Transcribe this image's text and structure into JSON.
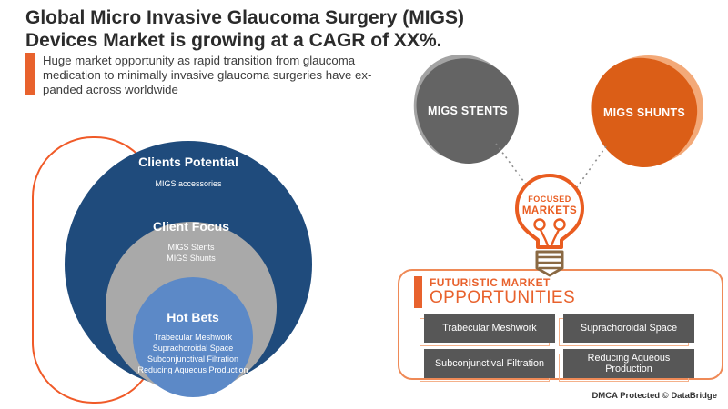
{
  "header": {
    "title_line1": "Global Micro Invasive Glaucoma Surgery (MIGS)",
    "title_line2": "Devices Market is growing at a CAGR of XX%.",
    "subtitle_lines": [
      "Huge market opportunity as rapid transition from glaucoma",
      "medication to minimally invasive glaucoma surgeries have ex-",
      "panded across worldwide"
    ]
  },
  "venn": {
    "outer": {
      "title": "Clients Potential",
      "item": "MIGS accessories"
    },
    "middle": {
      "title": "Client Focus",
      "items": [
        "MIGS Stents",
        "MIGS Shunts"
      ]
    },
    "inner": {
      "title": "Hot Bets",
      "items": [
        "Trabecular Meshwork",
        "Suprachoroidal Space",
        "Subconjunctival Filtration",
        "Reducing Aqueous Production"
      ]
    }
  },
  "focus_map": {
    "left_shape": "MIGS STENTS",
    "right_shape": "MIGS SHUNTS",
    "bulb_line1": "FOCUSED",
    "bulb_line2": "MARKETS"
  },
  "opportunities": {
    "heading_line1": "FUTURISTIC MARKET",
    "heading_line2": "OPPORTUNITIES",
    "items": [
      "Trabecular Meshwork",
      "Suprachoroidal Space",
      "Subconjunctival Filtration",
      "Reducing Aqueous Production"
    ]
  },
  "footer": {
    "watermark": "DMCA Protected © DataBridge"
  },
  "colors": {
    "accent_orange": "#E8622D",
    "outline_orange": "#F05A28",
    "light_orange": "#F3A978",
    "dark_blue": "#1F4B7C",
    "mid_gray": "#A9A9A9",
    "light_blue": "#5C89C7",
    "pebble_gray": "#646464",
    "button_gray": "#575757",
    "bulb_base_brown": "#8A6943"
  }
}
